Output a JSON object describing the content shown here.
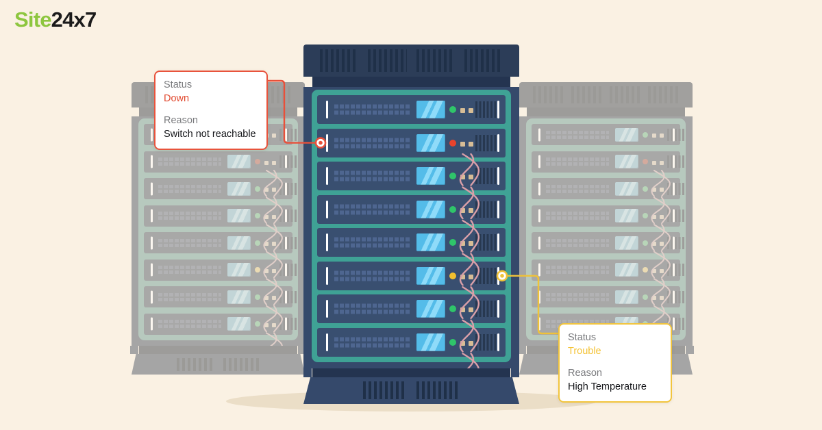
{
  "brand": {
    "prefix": "Site",
    "suffix": "24x7"
  },
  "callout_down": {
    "status_label": "Status",
    "status_value": "Down",
    "reason_label": "Reason",
    "reason_value": "Switch not reachable"
  },
  "callout_trouble": {
    "status_label": "Status",
    "status_value": "Trouble",
    "reason_label": "Reason",
    "reason_value": "High Temperature"
  },
  "racks": {
    "center": {
      "rows": 8,
      "statuses": [
        "up",
        "down",
        "up",
        "up",
        "up",
        "trouble",
        "up",
        "up"
      ]
    },
    "left": {
      "rows": 8,
      "statuses": [
        "up",
        "down",
        "up",
        "up",
        "up",
        "trouble",
        "up",
        "up"
      ]
    },
    "right": {
      "rows": 8,
      "statuses": [
        "up",
        "down",
        "up",
        "up",
        "up",
        "trouble",
        "up",
        "up"
      ]
    }
  },
  "status_colors": {
    "up": "#2FC56A",
    "down": "#E8432C",
    "trouble": "#F2C02F"
  },
  "accents": {
    "down_marker": "#E8503A",
    "trouble_marker": "#EFC238",
    "cable": "#D99FA8",
    "brand_green": "#8DC63F",
    "background": "#FAF1E3"
  }
}
